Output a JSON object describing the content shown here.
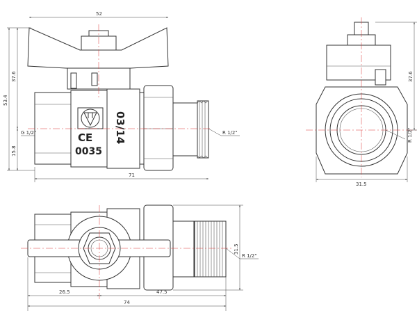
{
  "views": {
    "front": {
      "dims": {
        "width_top": "52",
        "height_total": "53.4",
        "height_upper": "37.6",
        "height_lower": "15.8",
        "length": "71"
      },
      "thread_left": "G 1/2\"",
      "thread_right": "R 1/2\"",
      "markings": {
        "date_code": "03/14",
        "ce": "CE",
        "notified_body": "0035"
      }
    },
    "side": {
      "dims": {
        "height_upper": "37.6",
        "width": "31.5"
      },
      "thread": "R 1/2\""
    },
    "top": {
      "dims": {
        "left": "26.5",
        "right": "47.5",
        "total": "74",
        "height": "31.5"
      },
      "thread": "R 1/2\""
    }
  }
}
